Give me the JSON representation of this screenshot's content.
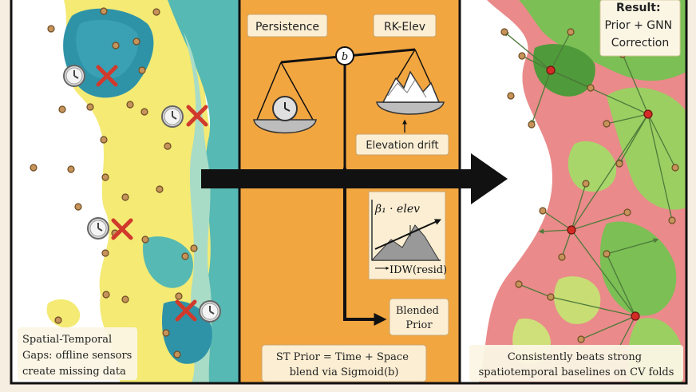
{
  "left_panel": {
    "caption_lines": [
      "Spatial-Temporal",
      "Gaps: offline sensors",
      "create missing data"
    ]
  },
  "center_panel": {
    "label_persistence": "Persistence",
    "label_rk_elev": "RK-Elev",
    "pivot_label": "b",
    "elevation_drift": "Elevation drift",
    "beta_label": "β₁ · elev",
    "idw_label": "IDW(resid)",
    "blended_prior_lines": [
      "Blended",
      "Prior"
    ],
    "caption_lines": [
      "ST Prior = Time + Space",
      "blend via Sigmoid(b)"
    ]
  },
  "right_panel": {
    "result_lines": [
      "Result:",
      "Prior + GNN",
      "Correction"
    ],
    "caption_lines": [
      "Consistently beats strong",
      "spatiotemporal baselines on CV folds"
    ]
  },
  "colors": {
    "frame": "#111111",
    "orange": "#f2a640",
    "map_white": "#ffffff",
    "map_yellow": "#f4ea74",
    "map_teal": "#57b9b3",
    "map_green": "#7bbf55",
    "map_pink": "#ea8a8a",
    "sensor": "#c6935a",
    "cross": "#d03a2c",
    "node_red": "#d42b25"
  }
}
